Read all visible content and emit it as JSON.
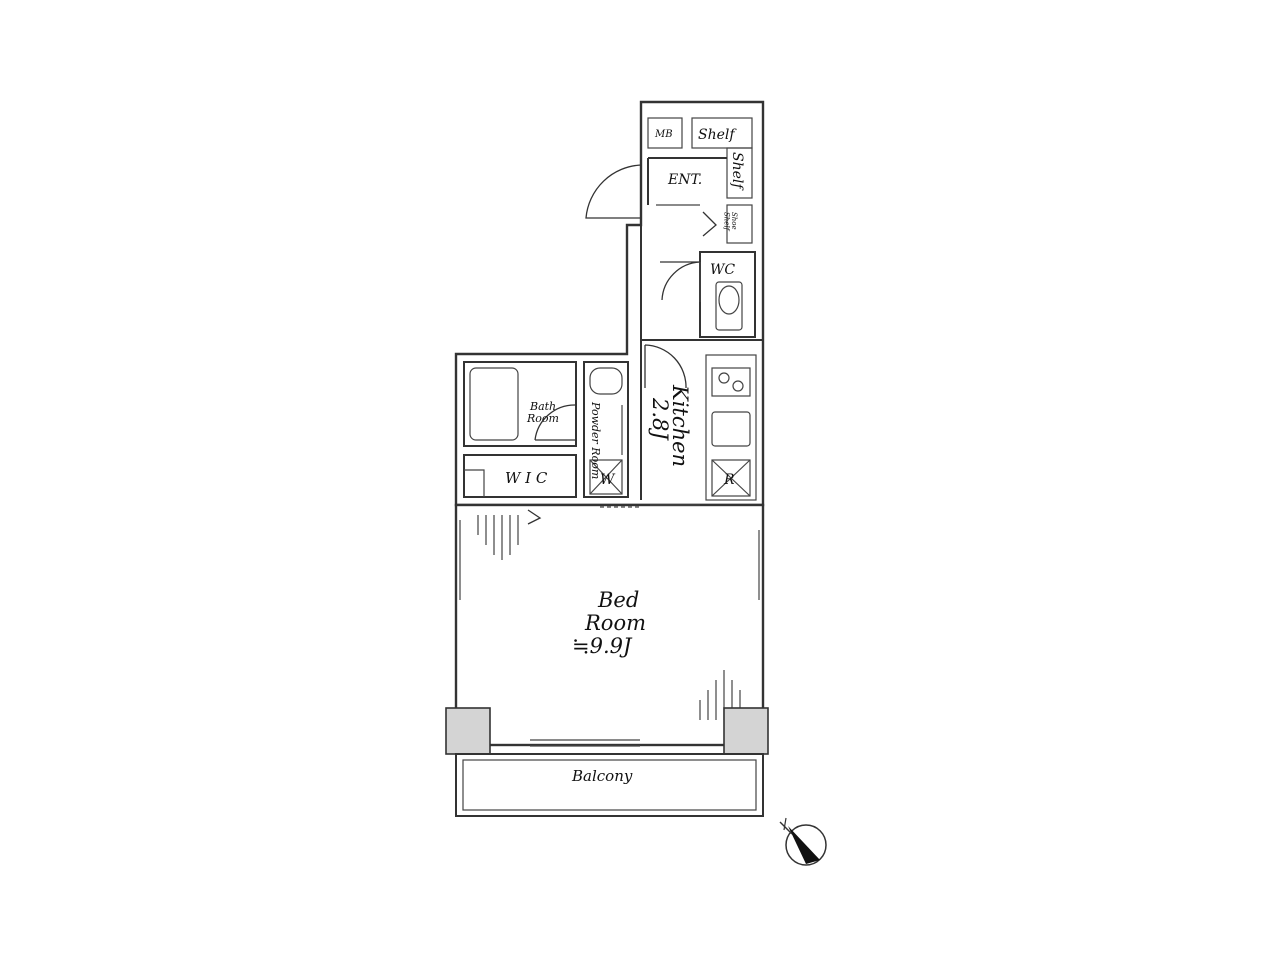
{
  "rooms": {
    "mb": "MB",
    "shelf_top": "Shelf",
    "shelf_side": "Shelf",
    "entrance": "ENT.",
    "shoe_shelf": "Shoe\nShelf",
    "wc": "WC",
    "bath_room": [
      "Bath",
      "Room"
    ],
    "powder_room": "Powder Room",
    "kitchen": "Kitchen",
    "kitchen_size": "2.8J",
    "wic": "W I C",
    "washer_mark": "W",
    "fridge_mark": "R",
    "bed_room": [
      "Bed",
      "Room"
    ],
    "bed_room_size": "≒9.9J",
    "balcony": "Balcony"
  },
  "icons": {
    "compass": "north-arrow-icon"
  },
  "colors": {
    "wall": "#333333",
    "hatch": "#d4d4d4"
  }
}
